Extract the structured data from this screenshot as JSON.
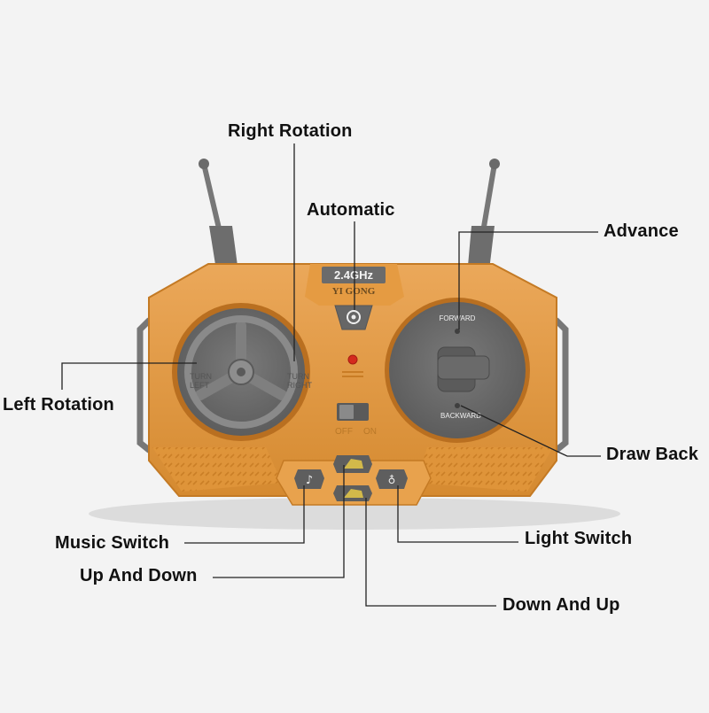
{
  "callouts": {
    "right_rotation": "Right Rotation",
    "automatic": "Automatic",
    "advance": "Advance",
    "left_rotation": "Left Rotation",
    "draw_back": "Draw Back",
    "music_switch": "Music Switch",
    "light_switch": "Light Switch",
    "up_and_down": "Up And Down",
    "down_and_up": "Down And Up"
  },
  "device": {
    "frequency_label": "2.4GHz",
    "brand_label": "YI GONG",
    "left_dial_left_text": "TURN\nLEFT",
    "left_dial_right_text": "TURN\nRIGHT",
    "forward_label": "FORWARD",
    "backward_label": "BACKWARD",
    "off_label": "OFF",
    "on_label": "ON"
  },
  "colors": {
    "body": "#e0953a",
    "body_light": "#eba85a",
    "body_dark": "#c97d25",
    "dial": "#6d6d6d",
    "dial_dark": "#555555",
    "background": "#f3f3f3"
  }
}
